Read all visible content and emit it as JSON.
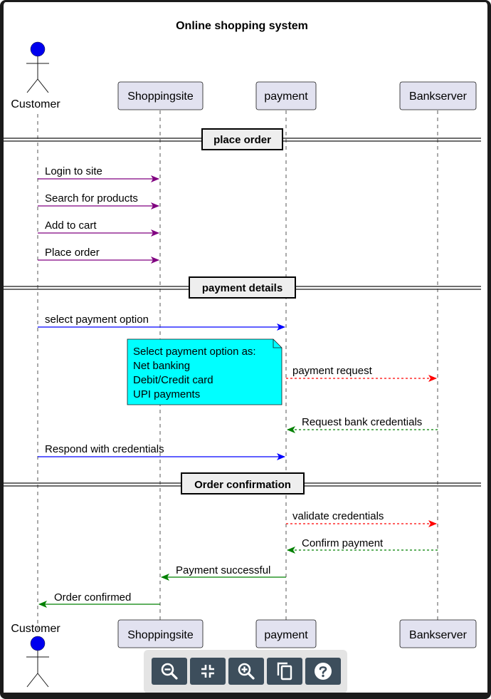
{
  "diagram": {
    "title": "Online shopping system",
    "participants": [
      {
        "id": "customer",
        "label": "Customer",
        "kind": "actor"
      },
      {
        "id": "shoppingsite",
        "label": "Shoppingsite",
        "kind": "participant"
      },
      {
        "id": "payment",
        "label": "payment",
        "kind": "participant"
      },
      {
        "id": "bankserver",
        "label": "Bankserver",
        "kind": "participant"
      }
    ],
    "sections": [
      {
        "label": "place order"
      },
      {
        "label": "payment details"
      },
      {
        "label": "Order confirmation"
      }
    ],
    "messages": [
      {
        "from": "customer",
        "to": "shoppingsite",
        "label": "Login to site",
        "style": "solid",
        "color": "#800080"
      },
      {
        "from": "customer",
        "to": "shoppingsite",
        "label": "Search for products",
        "style": "solid",
        "color": "#800080"
      },
      {
        "from": "customer",
        "to": "shoppingsite",
        "label": "Add to cart",
        "style": "solid",
        "color": "#800080"
      },
      {
        "from": "customer",
        "to": "shoppingsite",
        "label": "Place order",
        "style": "solid",
        "color": "#800080"
      },
      {
        "from": "customer",
        "to": "payment",
        "label": "select payment option",
        "style": "solid",
        "color": "#0000ff"
      },
      {
        "from": "payment",
        "to": "bankserver",
        "label": "payment request",
        "style": "dashed",
        "color": "#ff0000"
      },
      {
        "from": "bankserver",
        "to": "payment",
        "label": "Request bank credentials",
        "style": "dashed",
        "color": "#008000"
      },
      {
        "from": "customer",
        "to": "payment",
        "label": "Respond with credentials",
        "style": "solid",
        "color": "#0000ff"
      },
      {
        "from": "payment",
        "to": "bankserver",
        "label": "validate credentials",
        "style": "dashed",
        "color": "#ff0000"
      },
      {
        "from": "bankserver",
        "to": "payment",
        "label": "Confirm payment",
        "style": "dashed",
        "color": "#008000"
      },
      {
        "from": "payment",
        "to": "shoppingsite",
        "label": "Payment successful",
        "style": "solid",
        "color": "#008000"
      },
      {
        "from": "shoppingsite",
        "to": "customer",
        "label": "Order confirmed",
        "style": "solid",
        "color": "#008000"
      }
    ],
    "note": {
      "lines": [
        "Select payment option as:",
        "Net banking",
        "Debit/Credit card",
        "UPI payments"
      ],
      "color": "#00ffff"
    },
    "colors": {
      "participant_fill": "#e2e2f0",
      "actor_head": "#0000ee",
      "section_fill": "#eeeeee"
    }
  },
  "toolbar": {
    "buttons": [
      {
        "id": "zoom-out",
        "icon": "zoom-out-icon"
      },
      {
        "id": "reset-zoom",
        "icon": "collapse-icon"
      },
      {
        "id": "zoom-in",
        "icon": "zoom-in-icon"
      },
      {
        "id": "copy",
        "icon": "copy-icon"
      },
      {
        "id": "help",
        "icon": "help-icon"
      }
    ]
  }
}
